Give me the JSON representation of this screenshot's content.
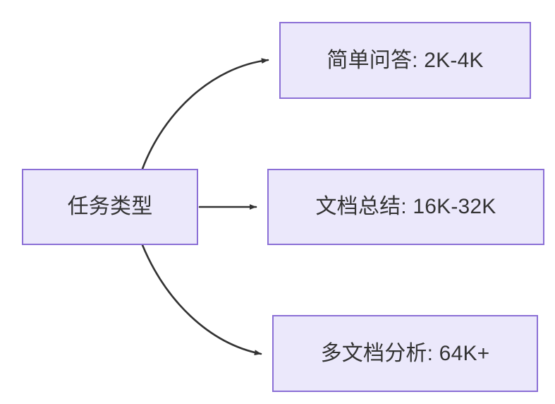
{
  "diagram": {
    "type": "flowchart",
    "direction": "left-to-right",
    "background_color": "#ffffff",
    "node_fill_color": "#ebe8fb",
    "node_border_color": "#8b6fd6",
    "text_color": "#333333",
    "edge_color": "#333333",
    "nodes": [
      {
        "id": "source",
        "label": "任务类型"
      },
      {
        "id": "simple",
        "label": "简单问答: 2K-4K"
      },
      {
        "id": "doc",
        "label": "文档总结: 16K-32K"
      },
      {
        "id": "multidoc",
        "label": "多文档分析: 64K+"
      }
    ],
    "edges": [
      {
        "from": "source",
        "to": "simple",
        "style": "curved",
        "arrow": "arrowhead-icon"
      },
      {
        "from": "source",
        "to": "doc",
        "style": "straight",
        "arrow": "arrowhead-icon"
      },
      {
        "from": "source",
        "to": "multidoc",
        "style": "curved",
        "arrow": "arrowhead-icon"
      }
    ]
  }
}
